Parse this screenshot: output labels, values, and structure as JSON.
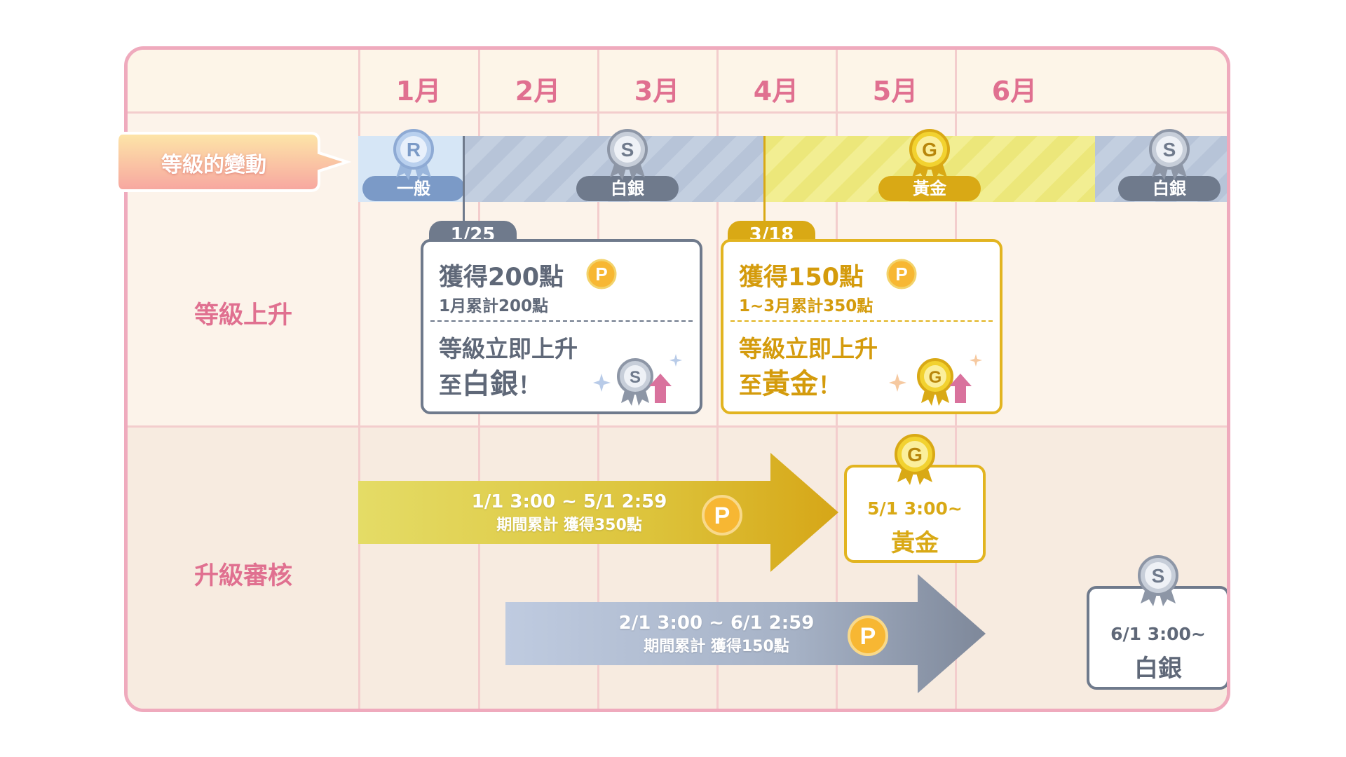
{
  "months": [
    "1月",
    "2月",
    "3月",
    "4月",
    "5月",
    "6月"
  ],
  "rows": {
    "tier_change": "等級的變動",
    "tier_up": "等級上升",
    "review": "升級審核"
  },
  "tiers": {
    "regular": "一般",
    "silver": "白銀",
    "gold": "黃金",
    "silver2": "白銀"
  },
  "medal_letters": {
    "regular": "R",
    "silver": "S",
    "gold": "G",
    "points": "P"
  },
  "cards": [
    {
      "date": "1/25",
      "title": "獲得200點",
      "sub": "1月累計200點",
      "up_line1": "等級立即上升",
      "up_prefix": "至",
      "up_tier": "白銀",
      "up_suffix": "！"
    },
    {
      "date": "3/18",
      "title": "獲得150點",
      "sub": "1~3月累計350點",
      "up_line1": "等級立即上升",
      "up_prefix": "至",
      "up_tier": "黃金",
      "up_suffix": "！"
    }
  ],
  "reviews": [
    {
      "period": "1/1 3:00 ~ 5/1 2:59",
      "detail": "期間累計 獲得350點",
      "result_time": "5/1 3:00~",
      "result_tier": "黃金"
    },
    {
      "period": "2/1 3:00 ~ 6/1 2:59",
      "detail": "期間累計 獲得150點",
      "result_time": "6/1 3:00~",
      "result_tier": "白銀"
    }
  ],
  "colors": {
    "frame": "#efaabd",
    "background": "#fcf3ea",
    "pink_text": "#e07090",
    "silver": "#6f7a8c",
    "gold": "#d9a915",
    "regular": "#7b9ac7"
  }
}
